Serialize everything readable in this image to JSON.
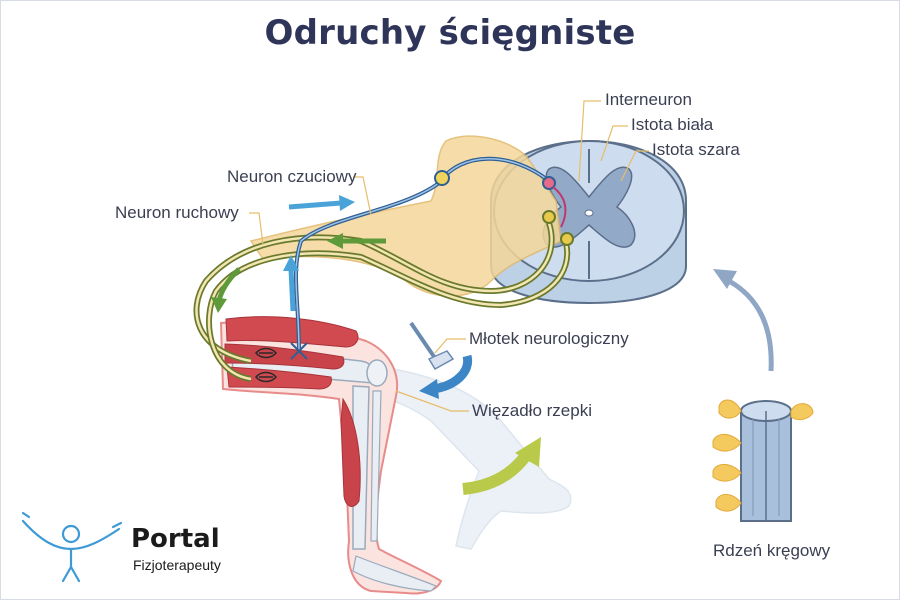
{
  "title": "Odruchy ścięgniste",
  "labels": {
    "interneuron": "Interneuron",
    "white_matter": "Istota biała",
    "grey_matter": "Istota szara",
    "sensory_neuron": "Neuron czuciowy",
    "motor_neuron": "Neuron ruchowy",
    "reflex_hammer": "Młotek neurologiczny",
    "patellar_ligament": "Więzadło rzepki",
    "spinal_cord": "Rdzeń kręgowy"
  },
  "logo": {
    "name": "Portal",
    "subtitle": "Fizjoterapeuty"
  },
  "colors": {
    "title": "#2e3559",
    "sensory_neuron": "#2f5f93",
    "motor_neuron": "#6a7a2c",
    "sensory_arrow": "#4aa3d8",
    "motor_arrow": "#5f9a3a",
    "hammer_arrow": "#3d86c6",
    "leg_arrow": "#b9c94a",
    "muscle": "#d04a4f",
    "cord_white_matter": "#cdddef",
    "cord_grey_matter": "#93a9c8",
    "nerve_root": "#f4d79a"
  }
}
